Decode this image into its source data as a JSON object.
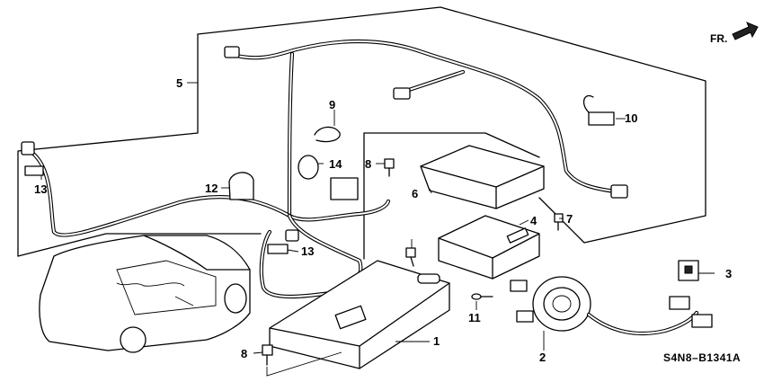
{
  "diagram": {
    "code": "S4N8–B1341A",
    "direction": "FR.",
    "callouts": [
      "1",
      "2",
      "3",
      "4",
      "5",
      "6",
      "7",
      "8",
      "8",
      "9",
      "10",
      "11",
      "12",
      "13",
      "13",
      "14"
    ]
  }
}
